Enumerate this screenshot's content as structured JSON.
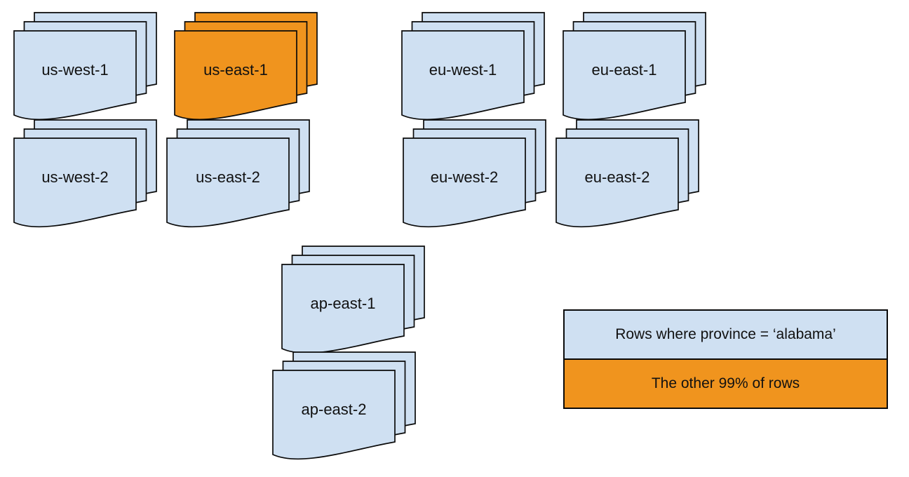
{
  "colors": {
    "doc-blue": "#cfe0f2",
    "doc-orange": "#f0941e",
    "stroke": "#0a0a0a",
    "text": "#111111",
    "page-bg": "#ffffff"
  },
  "stacks": [
    {
      "label": "us-west-1",
      "variant": "blue"
    },
    {
      "label": "us-east-1",
      "variant": "orange"
    },
    {
      "label": "eu-west-1",
      "variant": "blue"
    },
    {
      "label": "eu-east-1",
      "variant": "blue"
    },
    {
      "label": "us-west-2",
      "variant": "blue"
    },
    {
      "label": "us-east-2",
      "variant": "blue"
    },
    {
      "label": "eu-west-2",
      "variant": "blue"
    },
    {
      "label": "eu-east-2",
      "variant": "blue"
    },
    {
      "label": "ap-east-1",
      "variant": "blue"
    },
    {
      "label": "ap-east-2",
      "variant": "blue"
    }
  ],
  "legend": {
    "rows": [
      {
        "label": "Rows where province = ‘alabama’",
        "variant": "blue"
      },
      {
        "label": "The other 99% of rows",
        "variant": "orange"
      }
    ]
  }
}
